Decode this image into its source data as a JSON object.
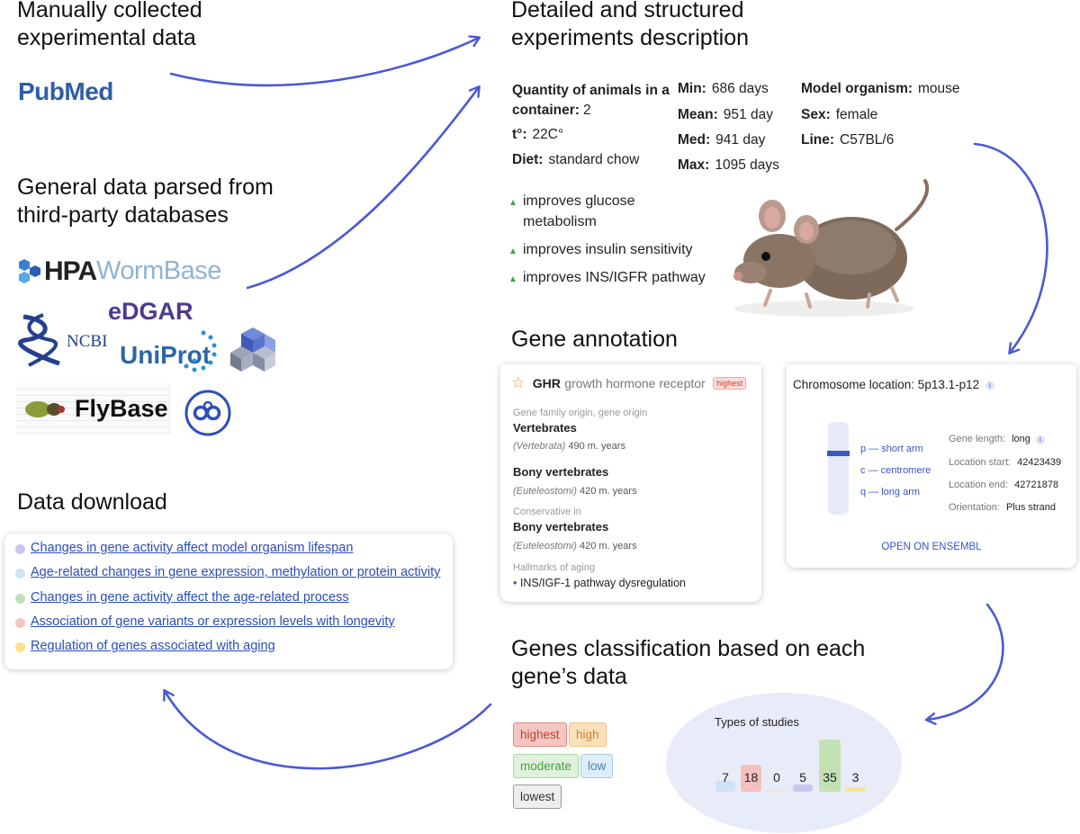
{
  "sections": {
    "manual": "Manually collected\nexperimental data",
    "general": "General data parsed from\nthird-party databases",
    "download": "Data download",
    "detailed": "Detailed and structured\nexperiments description",
    "annotation": "Gene annotation",
    "classification": "Genes classification based on each\ngene’s data"
  },
  "logos": {
    "pubmed_pub": "Pub",
    "pubmed_med": "Med",
    "hpa": "HPA",
    "wormbase": "WormBase",
    "edgar": "eDGAR",
    "ncbi": "NCBI",
    "uniprot": "UniProt",
    "flybase": "FlyBase"
  },
  "experiment": {
    "quantity_label": "Quantity of animals in a",
    "quantity_label2": "container:",
    "quantity_value": "2",
    "temp_label": "t°:",
    "temp_value": "22C°",
    "diet_label": "Diet:",
    "diet_value": "standard chow",
    "min_label": "Min:",
    "min_value": "686 days",
    "mean_label": "Mean:",
    "mean_value": "951 day",
    "med_label": "Med:",
    "med_value": "941 day",
    "max_label": "Max:",
    "max_value": "1095 days",
    "organism_label": "Model organism:",
    "organism_value": "mouse",
    "sex_label": "Sex:",
    "sex_value": "female",
    "line_label": "Line:",
    "line_value": "C57BL/6",
    "effects": [
      "improves glucose",
      "metabolism",
      "improves insulin sensitivity",
      "improves INS/IGFR pathway"
    ]
  },
  "downloads": [
    {
      "label": "Changes in gene activity affect model organism lifespan",
      "color": "#c8c8ec"
    },
    {
      "label": "Age-related changes in gene expression, methylation or protein activity",
      "color": "#cfe4f5"
    },
    {
      "label": "Changes in gene activity affect the age-related process",
      "color": "#bfe3b8"
    },
    {
      "label": "Association of gene variants or expression levels with longevity",
      "color": "#f6c3c3"
    },
    {
      "label": "Regulation of genes associated with aging",
      "color": "#f8e38a"
    }
  ],
  "gene_card": {
    "symbol": "GHR",
    "name": "growth hormone receptor",
    "badge": "highest",
    "origin_caption": "Gene family origin, gene origin",
    "origin1": "Vertebrates",
    "origin1_sub": "(Vertebrata)",
    "origin1_age": "490 m. years",
    "origin2": "Bony vertebrates",
    "origin2_sub": "(Euteleostomi)",
    "origin2_age": "420 m. years",
    "conservative_caption": "Conservative in",
    "conservative": "Bony vertebrates",
    "conservative_sub": "(Euteleostomi)",
    "conservative_age": "420 m. years",
    "hallmarks_caption": "Hallmarks of aging",
    "hallmark": "INS/IGF-1 pathway dysregulation"
  },
  "chromosome_card": {
    "title": "Chromosome location: 5p13.1-p12",
    "p_arm": "p — short arm",
    "centromere": "c — centromere",
    "q_arm": "q — long arm",
    "length_label": "Gene length:",
    "length_value": "long",
    "start_label": "Location start:",
    "start_value": "42423439",
    "end_label": "Location end:",
    "end_value": "42721878",
    "orient_label": "Orientation:",
    "orient_value": "Plus strand",
    "link": "OPEN ON ENSEMBL"
  },
  "classification": {
    "badges": [
      {
        "label": "highest",
        "bg": "#f4c6c1",
        "border": "#e08a80",
        "color": "#b5473b"
      },
      {
        "label": "high",
        "bg": "#fbe0bb",
        "border": "#f2c07c",
        "color": "#c8823a"
      },
      {
        "label": "moderate",
        "bg": "#dff1dc",
        "border": "#a9d6a2",
        "color": "#4f9a4b"
      },
      {
        "label": "low",
        "bg": "#dceefa",
        "border": "#a9cde8",
        "color": "#4a7fae"
      },
      {
        "label": "lowest",
        "bg": "#eeeeee",
        "border": "#9a9a9a",
        "color": "#333333"
      }
    ]
  },
  "chart_data": {
    "type": "bar",
    "title": "Types of studies",
    "categories": [
      "",
      "",
      "",
      "",
      "",
      ""
    ],
    "values": [
      7,
      18,
      0,
      5,
      35,
      3
    ],
    "colors": [
      "#cfe1f5",
      "#f3c1be",
      "#f3e1e1",
      "#c9c6ea",
      "#c3e2b4",
      "#f6e58c"
    ]
  }
}
